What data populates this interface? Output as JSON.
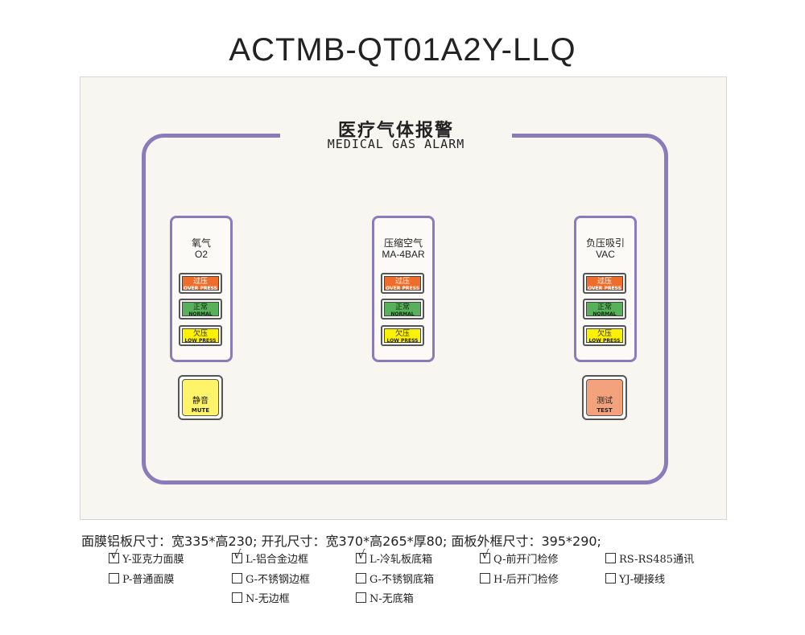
{
  "title": "ACTMB-QT01A2Y-LLQ",
  "panel": {
    "cn_title": "医疗气体报警",
    "en_title": "MEDICAL GAS ALARM",
    "modules": [
      {
        "name": "氧气",
        "sub": "O2",
        "indicators": [
          {
            "cn": "过压",
            "en": "OVER PRESS"
          },
          {
            "cn": "正常",
            "en": "NORMAL"
          },
          {
            "cn": "欠压",
            "en": "LOW PRESS"
          }
        ]
      },
      {
        "name": "压缩空气",
        "sub": "MA-4BAR",
        "indicators": [
          {
            "cn": "过压",
            "en": "OVER PRESS"
          },
          {
            "cn": "正常",
            "en": "NORMAL"
          },
          {
            "cn": "欠压",
            "en": "LOW PRESS"
          }
        ]
      },
      {
        "name": "负压吸引",
        "sub": "VAC",
        "indicators": [
          {
            "cn": "过压",
            "en": "OVER PRESS"
          },
          {
            "cn": "正常",
            "en": "NORMAL"
          },
          {
            "cn": "欠压",
            "en": "LOW PRESS"
          }
        ]
      }
    ],
    "mute_button": {
      "cn": "静音",
      "en": "MUTE",
      "color": "#fff36a"
    },
    "test_button": {
      "cn": "测试",
      "en": "TEST",
      "color": "#f4a27c"
    }
  },
  "specs": "面膜铝板尺寸：宽335*高230; 开孔尺寸：宽370*高265*厚80; 面板外框尺寸：395*290;",
  "options": [
    {
      "label": "Y-亚克力面膜",
      "checked": true
    },
    {
      "label": "L-铝合金边框",
      "checked": true
    },
    {
      "label": "L-冷轧板底箱",
      "checked": true
    },
    {
      "label": "Q-前开门检修",
      "checked": true
    },
    {
      "label": "RS-RS485通讯",
      "checked": false
    },
    {
      "label": "P-普通面膜",
      "checked": false
    },
    {
      "label": "G-不锈钢边框",
      "checked": false
    },
    {
      "label": "G-不锈钢底箱",
      "checked": false
    },
    {
      "label": "H-后开门检修",
      "checked": false
    },
    {
      "label": "YJ-硬接线",
      "checked": false
    },
    {
      "label": "N-无边框",
      "checked": false
    },
    {
      "label": "N-无底箱",
      "checked": false
    }
  ],
  "icons": {
    "checkbox_tick": "√"
  }
}
